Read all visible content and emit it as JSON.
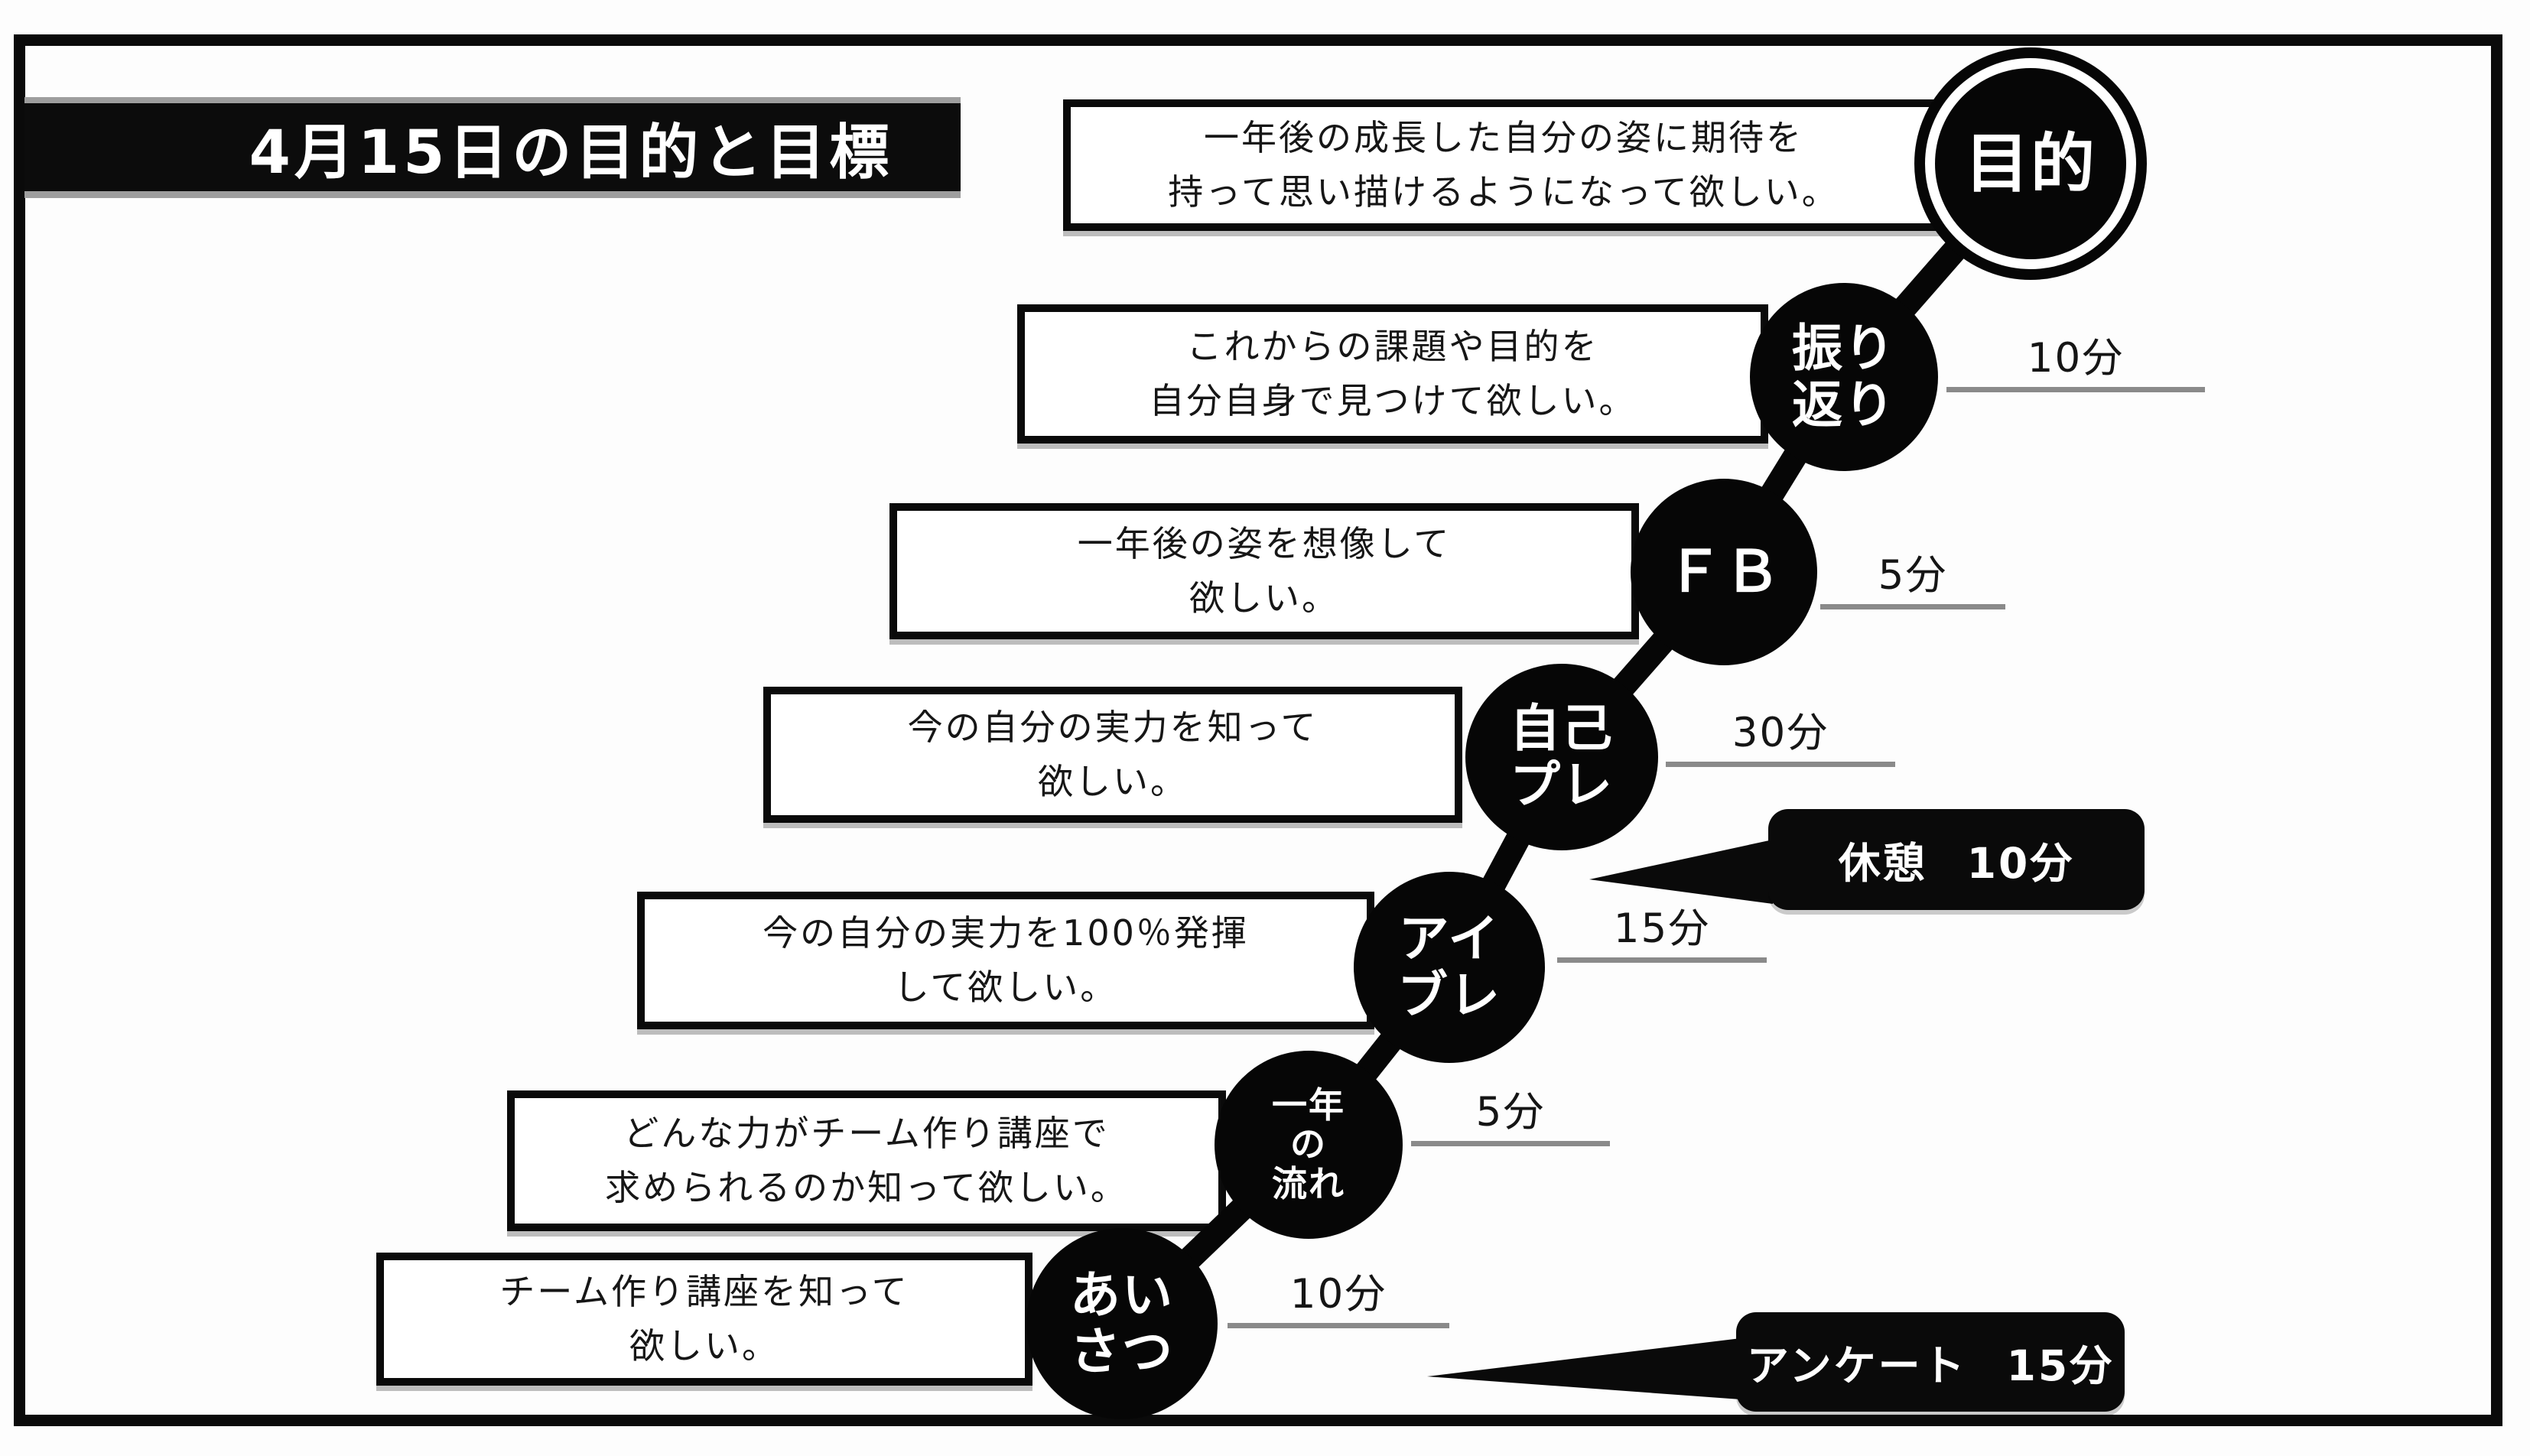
{
  "slide": {
    "title": "4月15日の目的と目標"
  },
  "steps": [
    {
      "stage": "目的",
      "circle_lines": [
        "目的"
      ],
      "goal_lines": [
        "一年後の成長した自分の姿に期待を",
        "持って思い描けるようになって欲しい。"
      ],
      "duration": ""
    },
    {
      "stage": "振り返り",
      "circle_lines": [
        "振り",
        "返り"
      ],
      "goal_lines": [
        "これからの課題や目的を",
        "自分自身で見つけて欲しい。"
      ],
      "duration": "10分"
    },
    {
      "stage": "FB",
      "circle_lines": [
        "ＦＢ"
      ],
      "goal_lines": [
        "一年後の姿を想像して",
        "欲しい。"
      ],
      "duration": "5分"
    },
    {
      "stage": "自己プレ",
      "circle_lines": [
        "自己",
        "プレ"
      ],
      "goal_lines": [
        "今の自分の実力を知って",
        "欲しい。"
      ],
      "duration": "30分"
    },
    {
      "stage": "アイブレ",
      "circle_lines": [
        "アイ",
        "ブレ"
      ],
      "goal_lines": [
        "今の自分の実力を100％発揮",
        "して欲しい。"
      ],
      "duration": "15分"
    },
    {
      "stage": "一年の流れ",
      "circle_lines": [
        "一年",
        "の",
        "流れ"
      ],
      "goal_lines": [
        "どんな力がチーム作り講座で",
        "求められるのか知って欲しい。"
      ],
      "duration": "5分"
    },
    {
      "stage": "あいさつ",
      "circle_lines": [
        "あい",
        "さつ"
      ],
      "goal_lines": [
        "チーム作り講座を知って",
        "欲しい。"
      ],
      "duration": "10分"
    }
  ],
  "callouts": [
    {
      "label": "休憩",
      "duration": "10分"
    },
    {
      "label": "アンケート",
      "duration": "15分"
    }
  ],
  "colors": {
    "ink": "#0a0a0a",
    "paper": "#ffffff",
    "underline": "#8a8a8a"
  }
}
